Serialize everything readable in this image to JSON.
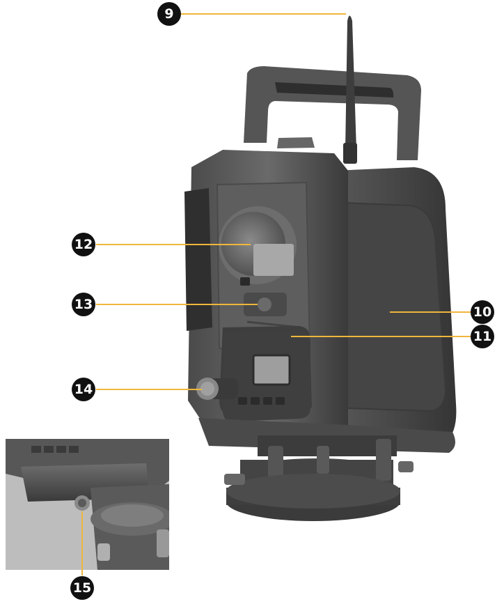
{
  "callouts": [
    {
      "id": "9",
      "label": "9"
    },
    {
      "id": "10",
      "label": "10"
    },
    {
      "id": "11",
      "label": "11"
    },
    {
      "id": "12",
      "label": "12"
    },
    {
      "id": "13",
      "label": "13"
    },
    {
      "id": "14",
      "label": "14"
    },
    {
      "id": "15",
      "label": "15"
    }
  ],
  "colors": {
    "leader": "#f0b63c",
    "callout_fill": "#111111",
    "instrument_dark": "#3c3c3c",
    "instrument_mid": "#595959",
    "instrument_light": "#7a7a7a"
  }
}
